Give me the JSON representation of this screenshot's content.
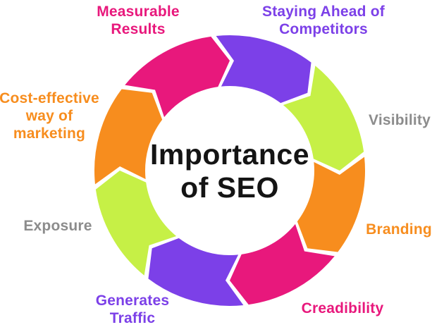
{
  "title": {
    "line1": "Importance",
    "line2": "of SEO",
    "color": "#141414"
  },
  "colors": {
    "magenta": "#E8187C",
    "purple": "#7C40E8",
    "lime": "#C6F046",
    "orange": "#F78D1E",
    "gray": "#8C8C8C",
    "background": "#FFFFFF"
  },
  "cycle": {
    "type": "circular-arrow-cycle",
    "direction": "clockwise",
    "segments": [
      {
        "position": "top-left",
        "color": "#E8187C",
        "color_name": "magenta"
      },
      {
        "position": "top-right",
        "color": "#7C40E8",
        "color_name": "purple"
      },
      {
        "position": "right-upper",
        "color": "#C6F046",
        "color_name": "lime"
      },
      {
        "position": "right-lower",
        "color": "#F78D1E",
        "color_name": "orange"
      },
      {
        "position": "bottom-right",
        "color": "#E8187C",
        "color_name": "magenta"
      },
      {
        "position": "bottom-left",
        "color": "#7C40E8",
        "color_name": "purple"
      },
      {
        "position": "left-lower",
        "color": "#C6F046",
        "color_name": "lime"
      },
      {
        "position": "left-upper",
        "color": "#F78D1E",
        "color_name": "orange"
      }
    ]
  },
  "labels": [
    {
      "id": "measurable-results",
      "color": "#E8187C",
      "lines": [
        "Measurable",
        "Results"
      ]
    },
    {
      "id": "staying-ahead-of-competitors",
      "color": "#7C40E8",
      "lines": [
        "Staying Ahead of",
        "Competitors"
      ]
    },
    {
      "id": "visibility",
      "color": "#8C8C8C",
      "lines": [
        "Visibility"
      ]
    },
    {
      "id": "branding",
      "color": "#F78D1E",
      "lines": [
        "Branding"
      ]
    },
    {
      "id": "creadibility",
      "color": "#E8187C",
      "lines": [
        "Creadibility"
      ]
    },
    {
      "id": "generates-traffic",
      "color": "#7C40E8",
      "lines": [
        "Generates",
        "Traffic"
      ]
    },
    {
      "id": "exposure",
      "color": "#8C8C8C",
      "lines": [
        "Exposure"
      ]
    },
    {
      "id": "cost-effective-marketing",
      "color": "#F78D1E",
      "lines": [
        "Cost-effective",
        "way of",
        "marketing"
      ]
    }
  ]
}
